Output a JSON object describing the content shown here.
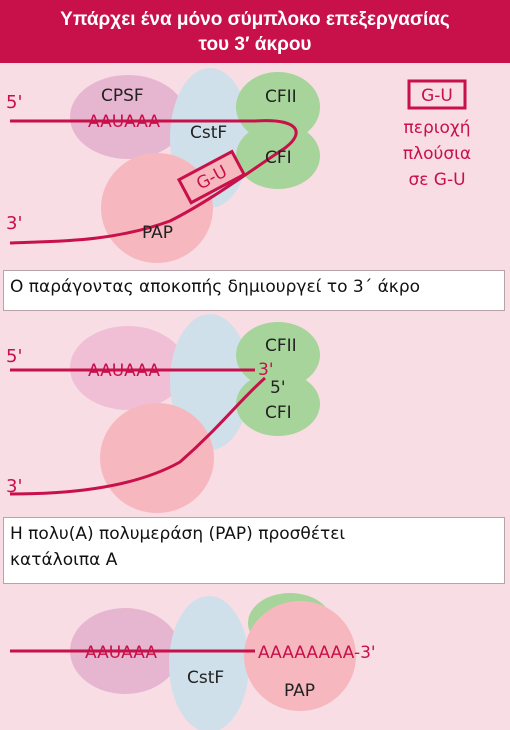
{
  "title": {
    "line1": "Υπάρχει ένα μόνο σύμπλοκο επεξεργασίας",
    "line2": "του 3′ άκρου"
  },
  "colors": {
    "accent": "#c8104a",
    "background": "#f8dde4",
    "cpsf": "#e6b6d0",
    "cstf": "#cfe0ea",
    "cfii_cfi": "#a6d49a",
    "pap": "#f6b8be"
  },
  "panel1": {
    "end5": "5'",
    "end3": "3'",
    "cpsf": "CPSF",
    "aauaaa": "AAUAAA",
    "cstf": "CstF",
    "cfii": "CFII",
    "cfi": "CFI",
    "gu": "G-U",
    "pap": "PAP",
    "legend_box": "G-U",
    "legend_line1": "περιοχή",
    "legend_line2": "πλούσια",
    "legend_line3": "σε G-U"
  },
  "caption1": "Ο παράγοντας αποκοπής δημιουργεί το 3΄ άκρο",
  "panel2": {
    "end5": "5'",
    "end3": "3'",
    "aauaaa": "AAUAAA",
    "cfii": "CFII",
    "cut3": "3'",
    "cut5": "5'",
    "cfi": "CFI"
  },
  "caption2": {
    "line1": "Η πολυ(Α) πολυμεράση (PAP) προσθέτει",
    "line2": "κατάλοιπα Α"
  },
  "panel3": {
    "aauaaa": "AAUAAA",
    "cstf": "CstF",
    "polya": "AAAAAAAA-3'",
    "pap": "PAP"
  }
}
